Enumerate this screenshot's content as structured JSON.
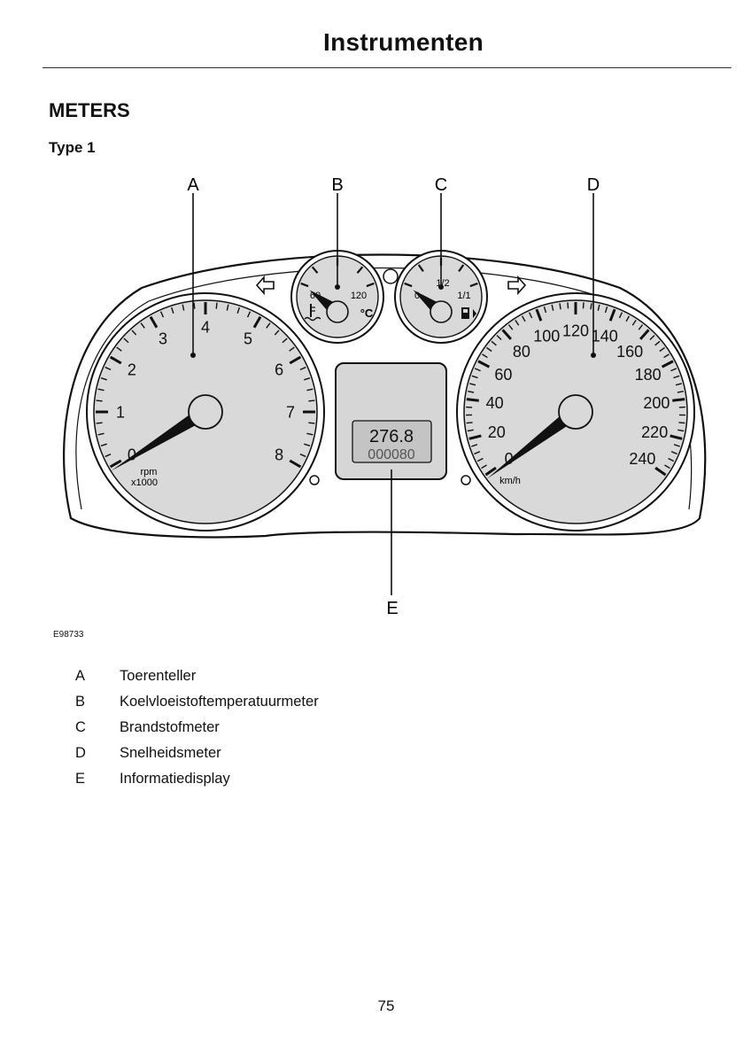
{
  "header": {
    "title": "Instrumenten"
  },
  "section": {
    "title": "METERS",
    "subtitle": "Type 1"
  },
  "figure": {
    "code": "E98733",
    "callouts": [
      "A",
      "B",
      "C",
      "D",
      "E"
    ],
    "tachometer": {
      "scale": [
        "0",
        "1",
        "2",
        "3",
        "4",
        "5",
        "6",
        "7",
        "8"
      ],
      "unit_line1": "rpm",
      "unit_line2": "x1000"
    },
    "temperature_gauge": {
      "scale_low": "60",
      "scale_high": "120",
      "unit": "°C",
      "icon": "coolant-temperature-icon"
    },
    "fuel_gauge": {
      "scale_empty": "0",
      "scale_half": "1/2",
      "scale_full": "1/1",
      "icon": "fuel-pump-icon"
    },
    "speedometer": {
      "scale": [
        "0",
        "20",
        "40",
        "60",
        "80",
        "100",
        "120",
        "140",
        "160",
        "180",
        "200",
        "220",
        "240"
      ],
      "unit": "km/h"
    },
    "display": {
      "trip": "276.8",
      "odometer": "000080"
    },
    "indicators": {
      "left": "arrow-left-icon",
      "right": "arrow-right-icon"
    }
  },
  "legend": [
    {
      "key": "A",
      "label": "Toerenteller"
    },
    {
      "key": "B",
      "label": "Koelvloeistoftemperatuurmeter"
    },
    {
      "key": "C",
      "label": "Brandstofmeter"
    },
    {
      "key": "D",
      "label": "Snelheidsmeter"
    },
    {
      "key": "E",
      "label": "Informatiedisplay"
    }
  ],
  "footer": {
    "page_number": "75"
  }
}
